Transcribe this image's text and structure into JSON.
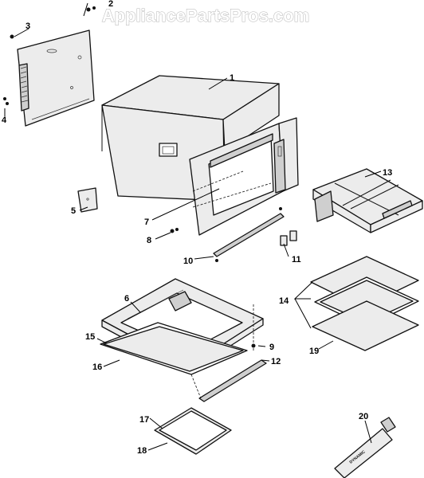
{
  "watermark": "AppliancePartsPros.com",
  "callouts": [
    "1",
    "2",
    "3",
    "4",
    "5",
    "6",
    "7",
    "8",
    "9",
    "10",
    "11",
    "12",
    "13",
    "14",
    "15",
    "16",
    "17",
    "18",
    "19",
    "20"
  ],
  "tube_label": "DYNAMIC"
}
